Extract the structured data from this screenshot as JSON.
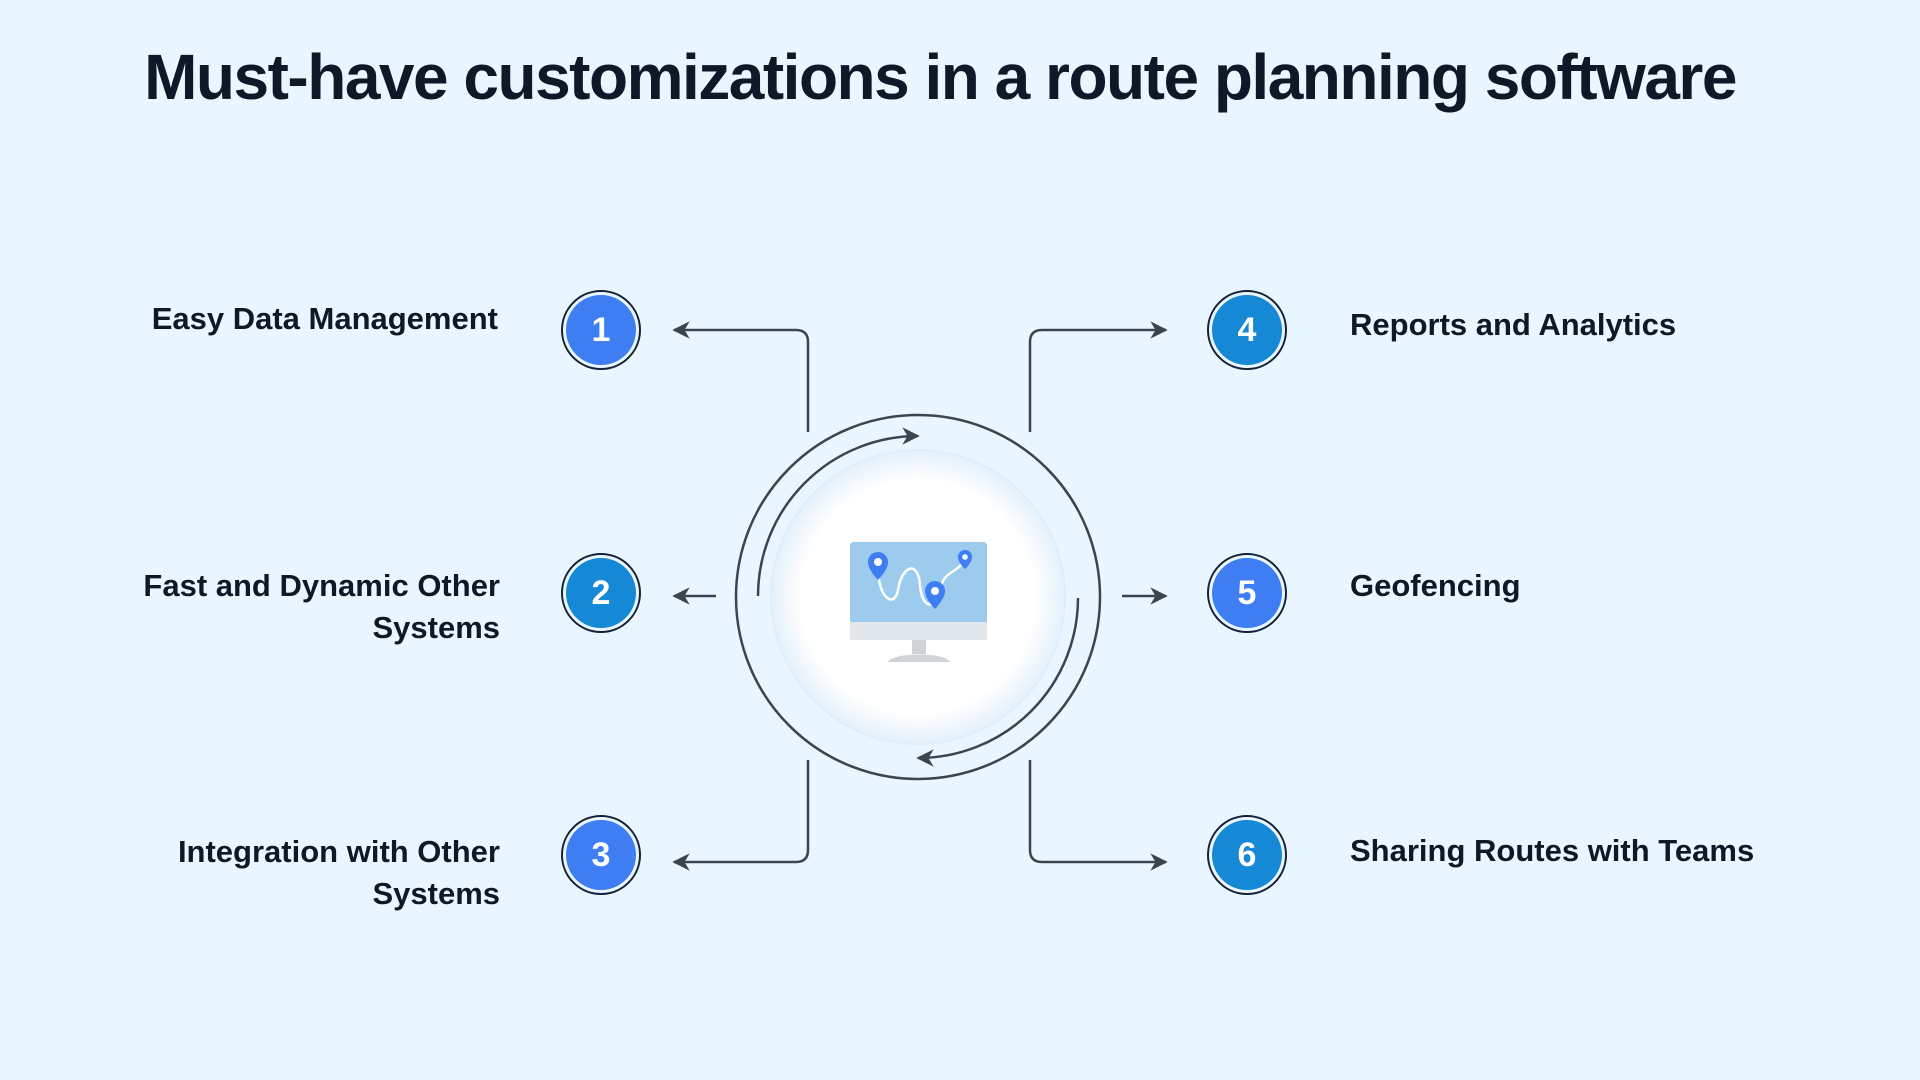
{
  "title": "Must-have customizations in a route planning software",
  "colors": {
    "background": "#eaf6ff",
    "badge_blue": "#3f7ef2",
    "badge_cyan": "#1588d6",
    "line": "#3d4450",
    "center_fill": "#ffffff"
  },
  "center_icon": "monitor-with-map-pins-icon",
  "items": [
    {
      "number": "1",
      "label": "Easy Data Management"
    },
    {
      "number": "2",
      "label": "Fast and Dynamic Other Systems"
    },
    {
      "number": "3",
      "label": "Integration with Other Systems"
    },
    {
      "number": "4",
      "label": "Reports and Analytics"
    },
    {
      "number": "5",
      "label": "Geofencing"
    },
    {
      "number": "6",
      "label": "Sharing Routes with Teams"
    }
  ]
}
